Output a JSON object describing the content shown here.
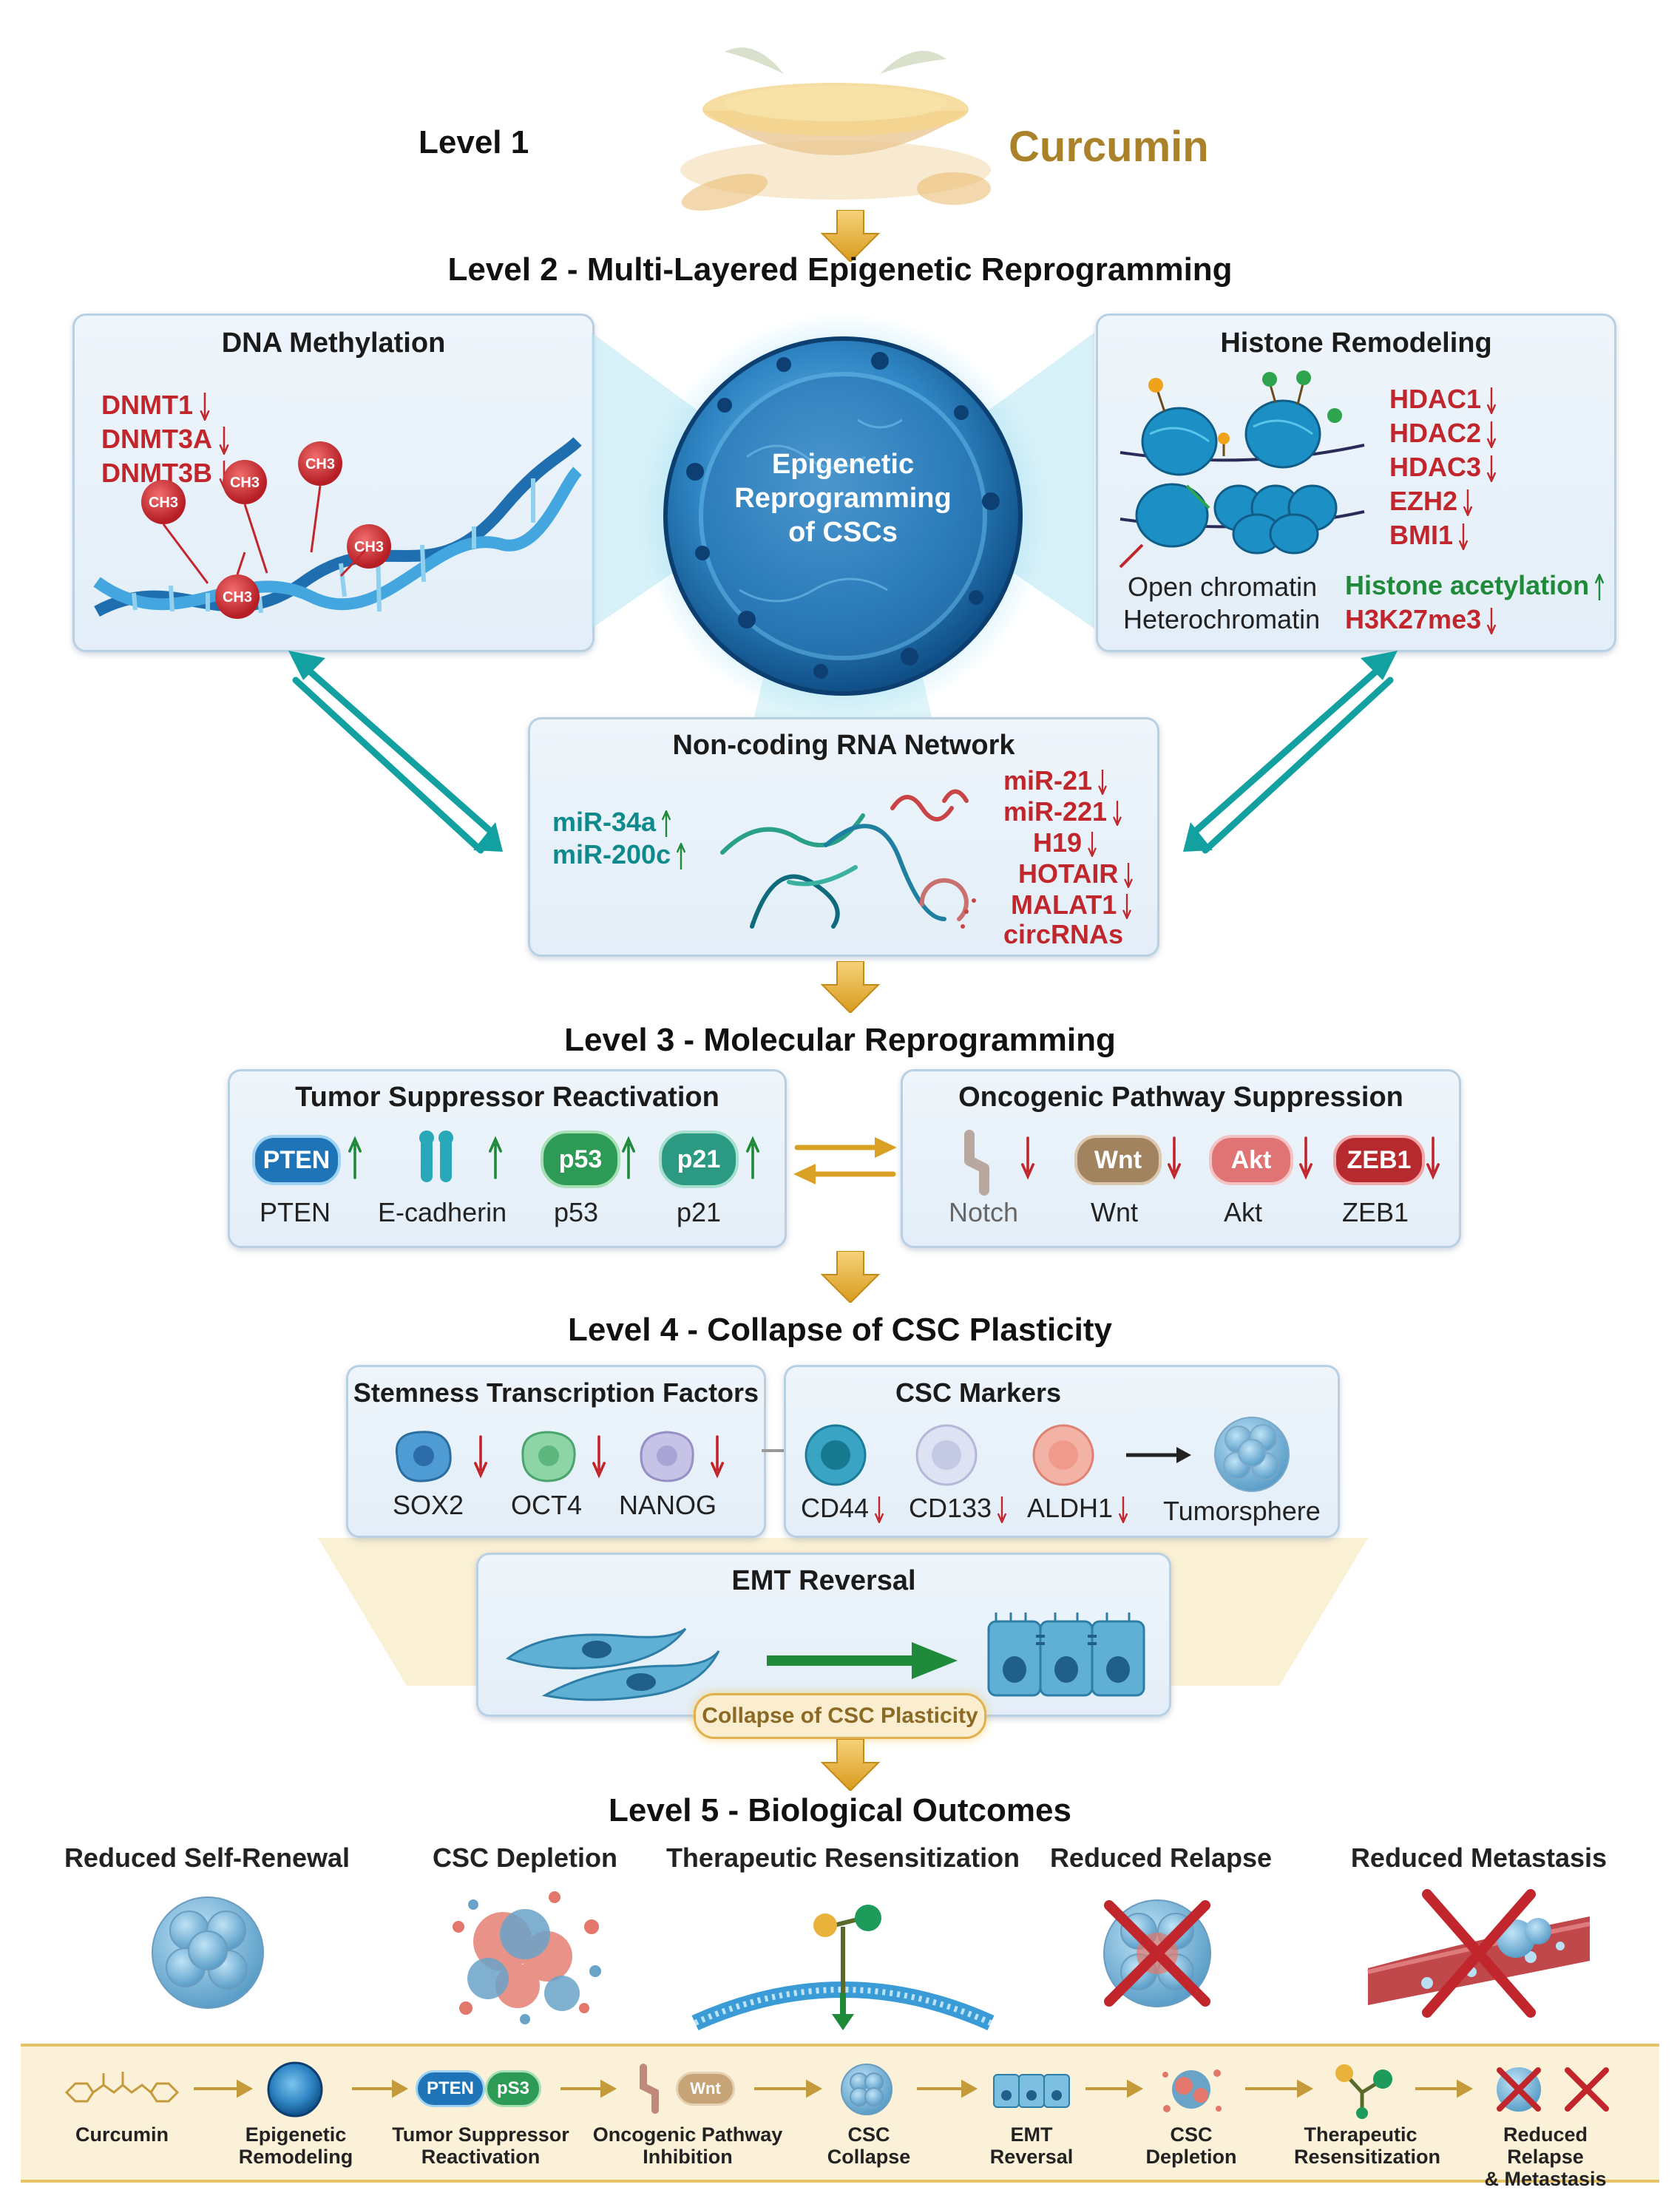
{
  "level1": {
    "label": "Level 1",
    "compound": "Curcumin"
  },
  "level2": {
    "title": "Level 2 -  Multi-Layered Epigenetic Reprogramming",
    "dna": {
      "title": "DNA Methylation",
      "genes": [
        "DNMT1",
        "DNMT3A",
        "DNMT3B"
      ],
      "group": "CH3"
    },
    "center": {
      "line1": "Epigenetic",
      "line2": "Reprogramming",
      "line3": "of CSCs"
    },
    "histone": {
      "title": "Histone Remodeling",
      "genes": [
        "HDAC1",
        "HDAC2",
        "HDAC3",
        "EZH2",
        "BMI1"
      ],
      "open": "Open chromatin",
      "hetero": "Heterochromatin",
      "acetyl": "Histone acetylation",
      "mark": "H3K27me3"
    },
    "ncrna": {
      "title": "Non-coding RNA Network",
      "up": [
        "miR-34a",
        "miR-200c"
      ],
      "down": [
        "miR-21",
        "miR-221",
        "H19",
        "HOTAIR",
        "MALAT1",
        "circRNAs"
      ]
    }
  },
  "level3": {
    "title": "Level 3 -  Molecular Reprogramming",
    "suppressor": {
      "title": "Tumor Suppressor Reactivation",
      "pills": [
        "PTEN",
        "p53",
        "p21"
      ],
      "labels": [
        "PTEN",
        "E-cadherin",
        "p53",
        "p21"
      ]
    },
    "oncogenic": {
      "title": "Oncogenic Pathway Suppression",
      "pills": [
        "Wnt",
        "Akt",
        "ZEB1"
      ],
      "labels": [
        "Notch",
        "Wnt",
        "Akt",
        "ZEB1"
      ]
    }
  },
  "level4": {
    "title": "Level 4 -  Collapse of CSC Plasticity",
    "stemness": {
      "title": "Stemness Transcription Factors",
      "labels": [
        "SOX2",
        "OCT4",
        "NANOG"
      ]
    },
    "markers": {
      "title": "CSC Markers",
      "labels": [
        "CD44",
        "CD133",
        "ALDH1"
      ],
      "result": "Tumorsphere"
    },
    "emt": {
      "title": "EMT Reversal",
      "badge": "Collapse of CSC Plasticity"
    }
  },
  "level5": {
    "title": "Level 5 -  Biological Outcomes",
    "outcomes": [
      "Reduced Self-Renewal",
      "CSC Depletion",
      "Therapeutic Resensitization",
      "Reduced Relapse",
      "Reduced Metastasis"
    ]
  },
  "flow": {
    "steps": [
      [
        "Curcumin"
      ],
      [
        "Epigenetic",
        "Remodeling"
      ],
      [
        "Tumor Suppressor",
        "Reactivation"
      ],
      [
        "Oncogenic Pathway",
        "Inhibition"
      ],
      [
        "CSC",
        "Collapse"
      ],
      [
        "EMT",
        "Reversal"
      ],
      [
        "CSC",
        "Depletion"
      ],
      [
        "Therapeutic",
        "Resensitization"
      ],
      [
        "Reduced Relapse",
        "& Metastasis"
      ]
    ],
    "pill_pten": "PTEN",
    "pill_p53": "pS3",
    "pill_wnt": "Wnt"
  },
  "colors": {
    "down": "#c0262b",
    "up": "#1e8a3a",
    "teal": "#0f8a8c",
    "gold": "#e3a92c",
    "blue": "#2f86c4"
  },
  "icons": [
    "down-arrow-icon",
    "up-arrow-icon",
    "dna-helix-icon",
    "nucleosome-icon",
    "rna-strand-icon",
    "cell-icon",
    "tumorsphere-icon",
    "membrane-receptor-icon",
    "blood-vessel-icon",
    "cross-icon",
    "flow-arrow-icon"
  ]
}
